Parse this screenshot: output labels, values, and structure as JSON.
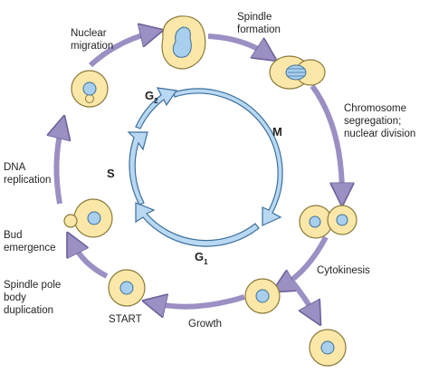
{
  "colors": {
    "outer_arrow": "#9b8fc3",
    "outer_arrow_stroke": "#6d6299",
    "inner_arrow": "#b9d8f2",
    "inner_arrow_stroke": "#3c6f9c",
    "cell_fill": "#fbe8a8",
    "cell_stroke": "#8b7a3a",
    "nucleus_fill": "#a9cfee",
    "nucleus_stroke": "#3c6f9c"
  },
  "phases": {
    "g2": {
      "letter": "G",
      "sub": "2"
    },
    "m": {
      "letter": "M"
    },
    "g1": {
      "letter": "G",
      "sub": "1"
    },
    "s": {
      "letter": "S"
    }
  },
  "labels": {
    "nuclear_migration": [
      "Nuclear",
      "migration"
    ],
    "spindle_formation": [
      "Spindle",
      "formation"
    ],
    "chromosome_segregation": [
      "Chromosome",
      "segregation;",
      "nuclear division"
    ],
    "dna_replication": [
      "DNA",
      "replication"
    ],
    "bud_emergence": [
      "Bud",
      "emergence"
    ],
    "spindle_pole": [
      "Spindle pole",
      "body",
      "duplication"
    ],
    "start": "START",
    "growth": "Growth",
    "cytokinesis": "Cytokinesis"
  }
}
